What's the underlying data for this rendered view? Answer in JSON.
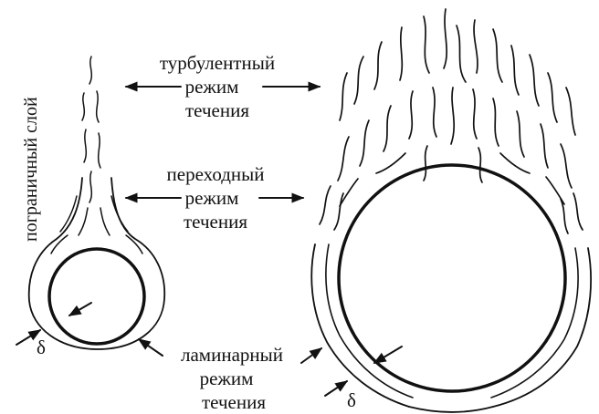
{
  "side_label": "пограничный слой",
  "turbulent": {
    "line1": "турбулентный",
    "line2": "режим",
    "line3": "течения"
  },
  "transitional": {
    "line1": "переходный",
    "line2": "режим",
    "line3": "течения"
  },
  "laminar": {
    "line1": "ламинарный",
    "line2": "режим",
    "line3": "течения"
  },
  "delta_small": "δ",
  "delta_large": "δ"
}
